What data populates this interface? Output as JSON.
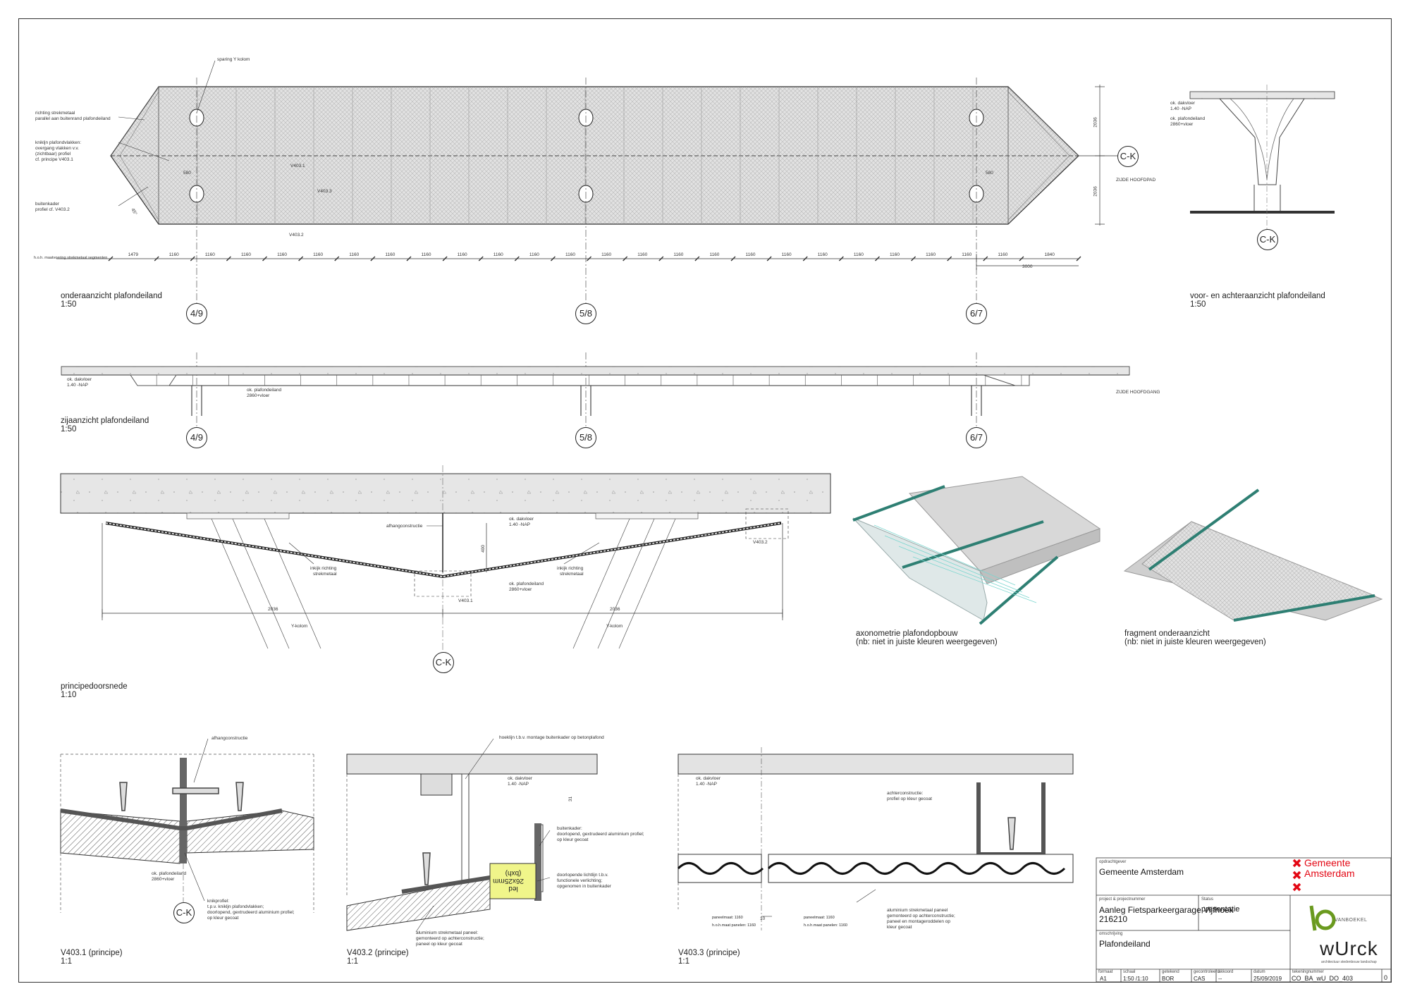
{
  "plan": {
    "annotations": {
      "sparing": "sparing Y kolom",
      "richting1": "richting strekmetaal",
      "richting2": "parallel aan buitenrand plafondeiland",
      "knik1": "knikljn plafondvlakken:",
      "knik2": "overgang vlakken v.v.",
      "knik3": "(zichtbaar) profiel",
      "knik4": "cf. principe V403.1",
      "buiten1": "buitenkader",
      "buiten2": "profiel cf. V403.2",
      "v4031": "V403.1",
      "v4033": "V403.3",
      "v4032": "V403.2",
      "d580a": "580",
      "d580b": "580",
      "d45": "45°",
      "d2036a": "2036",
      "d2036b": "2036",
      "zijde": "ZIJDE HOOFDPAD",
      "hoh": "h.o.h. maatvoering strekmetaal segmenten"
    },
    "dims": [
      "1479",
      "1160",
      "1160",
      "1160",
      "1160",
      "1160",
      "1160",
      "1160",
      "1160",
      "1160",
      "1160",
      "1160",
      "1160",
      "1160",
      "1160",
      "1160",
      "1160",
      "1160",
      "1160",
      "1160",
      "1160",
      "1160",
      "1160",
      "1160",
      "1160",
      "1840"
    ],
    "dim3000": "3000",
    "title": "onderaanzicht plafondeiland",
    "scale": "1:50",
    "axes": [
      "4/9",
      "5/8",
      "6/7"
    ],
    "ck": "C-K"
  },
  "front": {
    "ok1": "ok. dakvloer",
    "ok2": "1.40 -NAP",
    "ok3": "ok. plafondeiland",
    "ok4": "2860+vloer",
    "ck": "C-K",
    "title": "voor- en achteraanzicht plafondeiland",
    "scale": "1:50"
  },
  "side": {
    "ok1": "ok. dakvloer",
    "ok2": "1.40 -NAP",
    "ok3": "ok. plafondeiland",
    "ok4": "2860+vloer",
    "zijde": "ZIJDE HOOFDGANG",
    "title": "zijaanzicht plafondeiland",
    "scale": "1:50",
    "axes": [
      "4/9",
      "5/8",
      "6/7"
    ]
  },
  "section": {
    "afhang": "afhangconstructie",
    "ok1": "ok. dakvloer",
    "ok2": "1.40 -NAP",
    "ok3": "ok. plafondeiland",
    "ok4": "2860+vloer",
    "inkijk1a": "inkijk richting",
    "inkijk1b": "strekmetaal",
    "inkijk2a": "inkijk richting",
    "inkijk2b": "strekmetaal",
    "d400": "400",
    "v4031": "V403.1",
    "v4032": "V403.2",
    "d2036a": "2036",
    "d2036b": "2036",
    "ykolom1": "Y-kolom",
    "ykolom2": "Y-kolom",
    "ck": "C-K",
    "title": "principedoorsnede",
    "scale": "1:10"
  },
  "axo": {
    "title1": "axonometrie plafondopbouw",
    "title2": "(nb: niet in juiste kleuren weergegeven)"
  },
  "fragment": {
    "title1": "fragment onderaanzicht",
    "title2": "(nb: niet in juiste kleuren weergegeven)"
  },
  "d1": {
    "afhang": "afhangconstructie",
    "ok1": "ok. plafondeiland",
    "ok2": "2860+vloer",
    "knik1": "knikprofiel:",
    "knik2": "t.p.v. knikljn plafondvlakken;",
    "knik3": "doorlopend, gextrudeerd aluminium profiel;",
    "knik4": "op kleur gecoat",
    "ck": "C-K",
    "title": "V403.1 (principe)",
    "scale": "1:1"
  },
  "d2": {
    "hoek": "hoeklijn t.b.v. montage buitenkader op betonplafond",
    "ok1": "ok. dakvloer",
    "ok2": "1.40 -NAP",
    "d31": "31",
    "buiten1": "buitenkader:",
    "buiten2": "doorlopend, gextrudeerd aluminium profiel;",
    "buiten3": "op kleur gecoat",
    "licht1": "doorlopende lichtlijn t.b.v.",
    "licht2": "functionele verlichting;",
    "licht3": "opgenomen in buitenkader",
    "led1": "led",
    "led2": "26x25mm",
    "led3": "(bxh)",
    "alu1": "aluminium strekmetaal paneel:",
    "alu2": "gemonteerd op achterconstructie;",
    "alu3": "paneel op kleur gecoat",
    "title": "V403.2 (principe)",
    "scale": "1:1"
  },
  "d3": {
    "ok1": "ok. dakvloer",
    "ok2": "1.40 -NAP",
    "achter1": "achterconstructie:",
    "achter2": "profiel op kleur gecoat",
    "alu1": "aluminium strekmetaal paneel",
    "alu2": "gemonteerd op achterconstructie;",
    "alu3": "paneel en montageroddelen op",
    "alu4": "kleur gecoat",
    "m1": "paneelmaat: 1160",
    "m2": "h.o.h.maat panelen: 1160",
    "m3": "paneelmaat: 1160",
    "m4": "h.o.h.maat panelen: 1160",
    "d10": "10",
    "title": "V403.3 (principe)",
    "scale": "1:1"
  },
  "titleblock": {
    "opdrachtgever_lbl": "opdrachtgever",
    "opdrachtgever": "Gemeente Amsterdam",
    "logo1": "Gemeente",
    "logo2": "Amsterdam",
    "project_lbl": "project & projectnummer",
    "project": "Aanleg Fietsparkeergarage Vijfhoek",
    "projectnr": "216210",
    "status_lbl": "Status",
    "status": "presentatie",
    "omschrijving_lbl": "omschrijving",
    "omschrijving": "Plafondeiland",
    "vanboekel": "VANBOEKEL",
    "wurck": "wUrck",
    "wurck_sub": "architectuur stedenbouw landschap",
    "formaat_lbl": "formaat",
    "formaat": "A1",
    "schaal_lbl": "schaal",
    "schaal": "1:50 /1:10",
    "getekend_lbl": "getekend",
    "getekend": "BOR",
    "gecontroleerd_lbl": "gecontroleerd",
    "gecontroleerd": "CAS",
    "akkoord_lbl": "akkoord",
    "akkoord": "--",
    "datum_lbl": "datum",
    "datum": "25/09/2019",
    "tekeningnr_lbl": "tekeningnummer",
    "tekeningnr": "CO_BA_wU_DO_403",
    "rev": "0",
    "colors": {
      "red": "#e30613",
      "green": "#6a9a1f"
    }
  }
}
